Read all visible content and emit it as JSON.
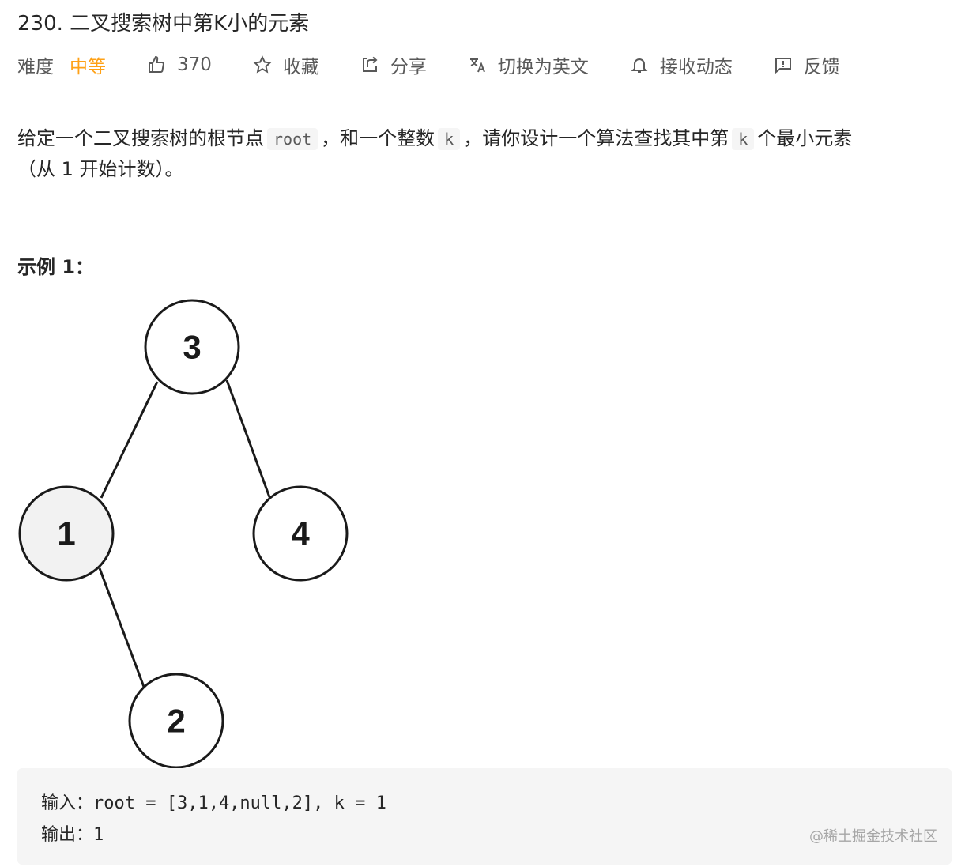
{
  "problem": {
    "title": "230. 二叉搜索树中第K小的元素",
    "difficulty_label": "难度",
    "difficulty_value": "中等",
    "likes": "370",
    "favorite_label": "收藏",
    "share_label": "分享",
    "translate_label": "切换为英文",
    "notify_label": "接收动态",
    "feedback_label": "反馈"
  },
  "description": {
    "part1": "给定一个二叉搜索树的根节点",
    "code_root": "root",
    "part2": "，和一个整数",
    "code_k1": "k",
    "part3": "，请你设计一个算法查找其中第",
    "code_k2": "k",
    "part4": "个最小元素",
    "part5": "（从 1 开始计数）。"
  },
  "example": {
    "title": "示例 1：",
    "input_line": "输入：root = [3,1,4,null,2], k = 1",
    "output_line": "输出：1",
    "watermark": "@稀土掘金技术社区"
  },
  "tree": {
    "root": "3",
    "left": "1",
    "right": "4",
    "left_right": "2",
    "highlighted": "1"
  },
  "icons": {
    "like": "thumbs-up-icon",
    "favorite": "star-icon",
    "share": "share-icon",
    "translate": "translate-icon",
    "notify": "bell-icon",
    "feedback": "feedback-icon"
  },
  "colors": {
    "difficulty_medium": "#ffa116",
    "highlight_node": "#f2f2f2"
  }
}
